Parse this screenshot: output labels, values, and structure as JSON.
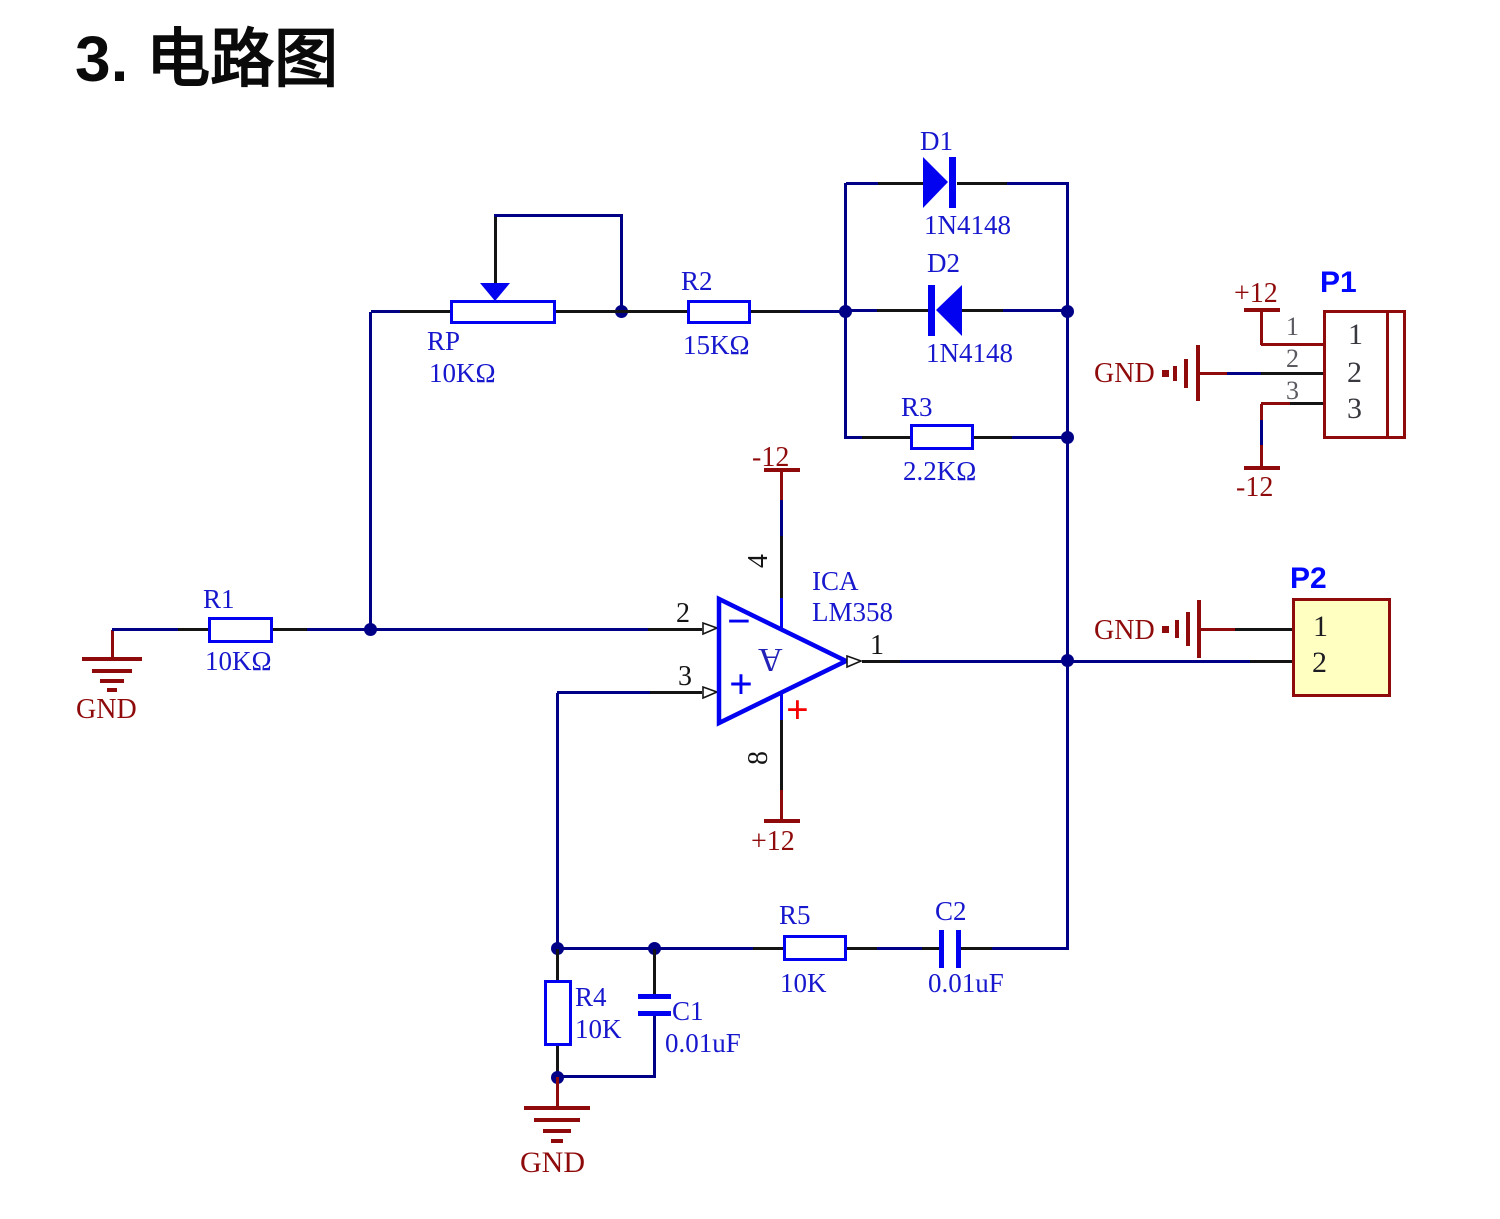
{
  "title": "3. 电路图",
  "colors": {
    "wire": "#000087",
    "component_outline": "#0202F0",
    "label_blue": "#1717CE",
    "power_dark_red": "#8F0A0A",
    "connector_p2_fill": "#FFFFC2"
  },
  "components": {
    "D1": {
      "ref": "D1",
      "value": "1N4148"
    },
    "D2": {
      "ref": "D2",
      "value": "1N4148"
    },
    "R1": {
      "ref": "R1",
      "value": "10KΩ"
    },
    "R2": {
      "ref": "R2",
      "value": "15KΩ"
    },
    "R3": {
      "ref": "R3",
      "value": "2.2KΩ"
    },
    "R4": {
      "ref": "R4",
      "value": "10K"
    },
    "R5": {
      "ref": "R5",
      "value": "10K"
    },
    "RP": {
      "ref": "RP",
      "value": "10KΩ"
    },
    "C1": {
      "ref": "C1",
      "value": "0.01uF"
    },
    "C2": {
      "ref": "C2",
      "value": "0.01uF"
    },
    "IC": {
      "ref": "ICA",
      "part": "LM358",
      "gate_letter": "A",
      "inverting_sign": "−",
      "noninverting_sign": "+",
      "supply_sign": "+",
      "pins": {
        "inverting": "2",
        "noninverting": "3",
        "output": "1",
        "v_negative": "4",
        "v_positive": "8"
      }
    },
    "P1": {
      "ref": "P1",
      "pins": [
        "1",
        "2",
        "3"
      ]
    },
    "P2": {
      "ref": "P2",
      "pins": [
        "1",
        "2"
      ]
    }
  },
  "power_labels": {
    "positive": "+12",
    "negative": "-12",
    "ground": "GND"
  }
}
